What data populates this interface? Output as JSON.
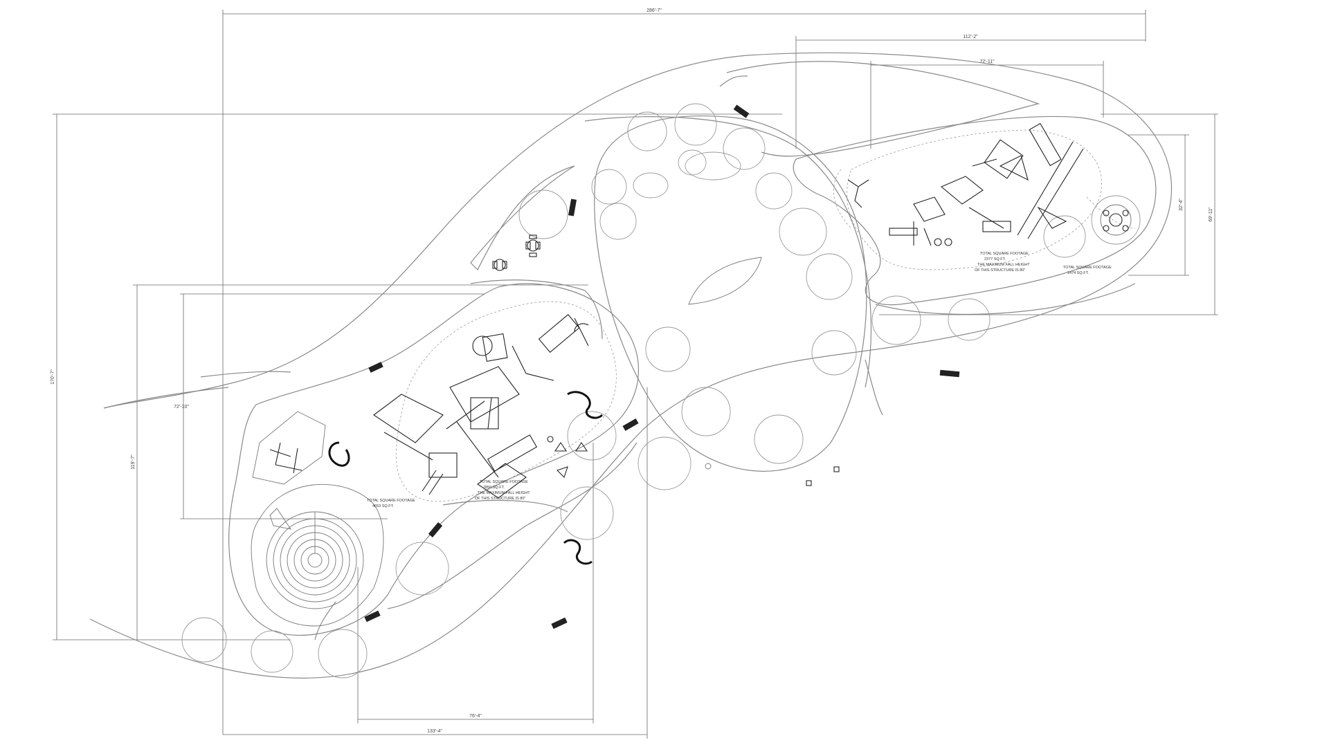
{
  "dimensions": {
    "overall_width": "286'-7\"",
    "right_area_width": "112'-2\"",
    "right_inner_width": "72'-11\"",
    "overall_height": "170'-7\"",
    "left_height": "119'-7\"",
    "left_inner_width": "72'-10\"",
    "right_height": "69'-11\"",
    "right_inner_height": "32'-4\"",
    "bottom_inner_width": "76'-4\"",
    "bottom_overall_width": "133'-4\""
  },
  "notes": {
    "total_sf_left": [
      "TOTAL SQUARE FOOTAGE",
      "4653 SQ.FT."
    ],
    "total_sf_center": [
      "TOTAL SQUARE FOOTAGE",
      "2850 SQ.FT.",
      "THE MAXIMUM FALL HEIGHT",
      "OF THIS STRUCTURE IS 80\""
    ],
    "total_sf_right_top": [
      "TOTAL SQUARE FOOTAGE",
      "2377 SQ.FT.",
      "THE MAXIMUM FALL HEIGHT",
      "OF THIS STRUCTURE IS 80\""
    ],
    "total_sf_right": [
      "TOTAL SQUARE FOOTAGE",
      "1474 SQ.FT."
    ]
  }
}
